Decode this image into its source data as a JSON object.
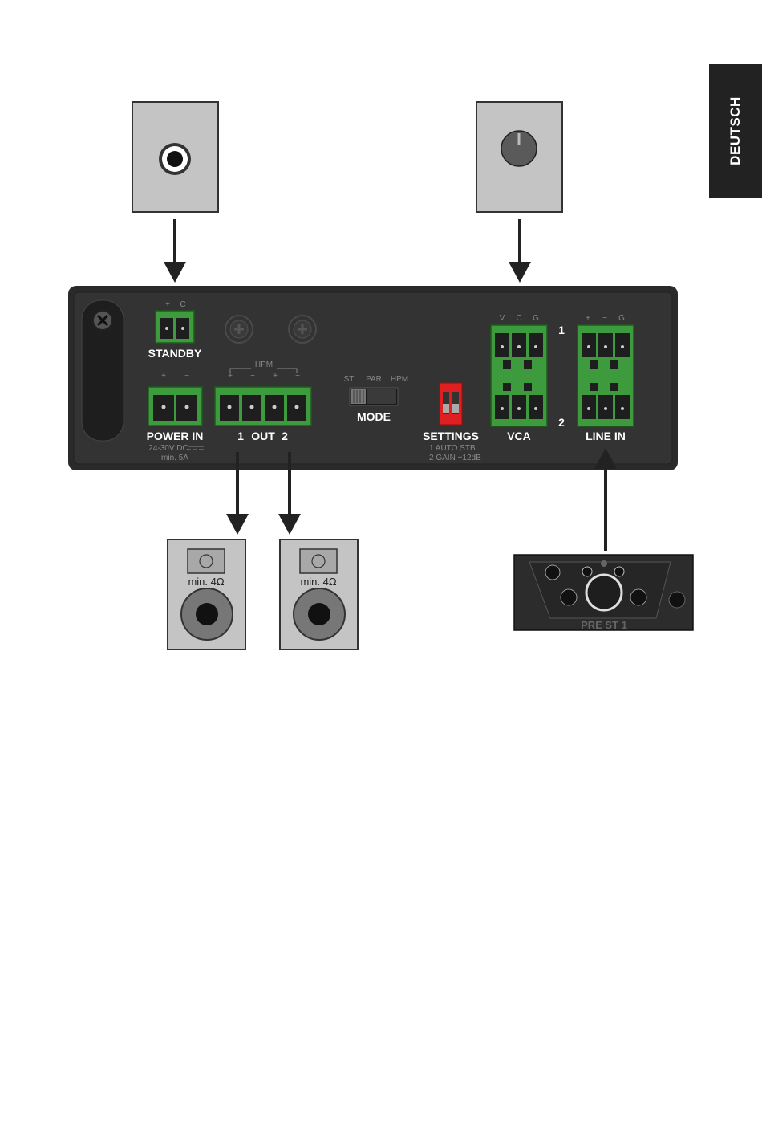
{
  "language_tab": "DEUTSCH",
  "labels": {
    "standby": "STANDBY",
    "standby_pins": [
      "+",
      "C"
    ],
    "power_in": "POWER IN",
    "power_spec_1": "24-30V DC",
    "power_spec_2": "min. 5A",
    "power_pins": [
      "+",
      "−"
    ],
    "hpm": "HPM",
    "out_pins": [
      "+",
      "−",
      "+",
      "−"
    ],
    "out_1": "1",
    "out": "OUT",
    "out_2": "2",
    "mode": "MODE",
    "mode_options": [
      "ST",
      "PAR",
      "HPM"
    ],
    "settings": "SETTINGS",
    "settings_1": "1  AUTO STB",
    "settings_2": "2  GAIN +12dB",
    "vca": "VCA",
    "vca_pins": [
      "V",
      "C",
      "G"
    ],
    "line_in": "LINE IN",
    "line_pins": [
      "+",
      "−",
      "G"
    ],
    "channel_1": "1",
    "channel_2": "2",
    "speaker_left": "min. 4Ω",
    "speaker_right": "min. 4Ω",
    "preamp": "PRE ST 1"
  },
  "colors": {
    "panel": "#2e2e2e",
    "connector_green": "#3d9b3d",
    "dip_red": "#e02020",
    "box_gray": "#c4c4c4"
  },
  "icons": {
    "standby_jack": "jack-icon",
    "volume_knob": "knob-icon",
    "speaker": "speaker-icon",
    "screw": "screw-icon"
  }
}
